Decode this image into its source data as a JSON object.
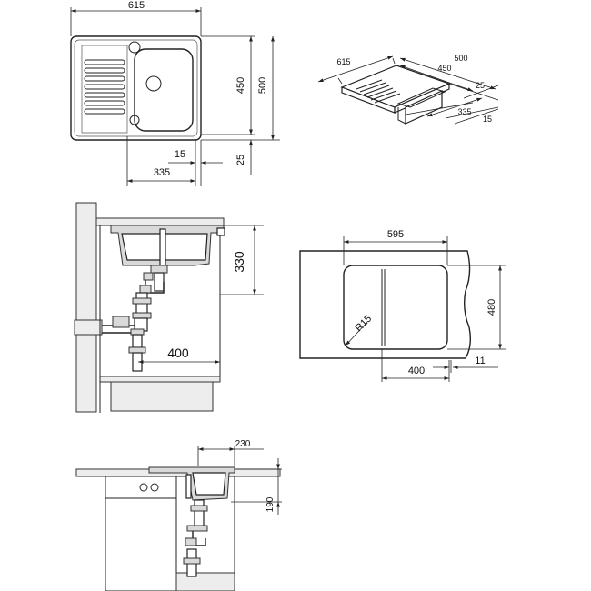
{
  "top_view": {
    "width_615": "615",
    "height_450": "450",
    "height_500": "500",
    "offset_15": "15",
    "offset_25": "25",
    "center_335": "335"
  },
  "iso_view": {
    "d615": "615",
    "d500": "500",
    "d450": "450",
    "d25": "25",
    "d335": "335",
    "d15": "15"
  },
  "section_view": {
    "height_330": "330",
    "cabinet_400": "400"
  },
  "cutout_view": {
    "width_595": "595",
    "height_480": "480",
    "radius": "R15",
    "d400": "400",
    "d11": "11"
  },
  "side_view": {
    "d230": "230",
    "d190": "190"
  }
}
